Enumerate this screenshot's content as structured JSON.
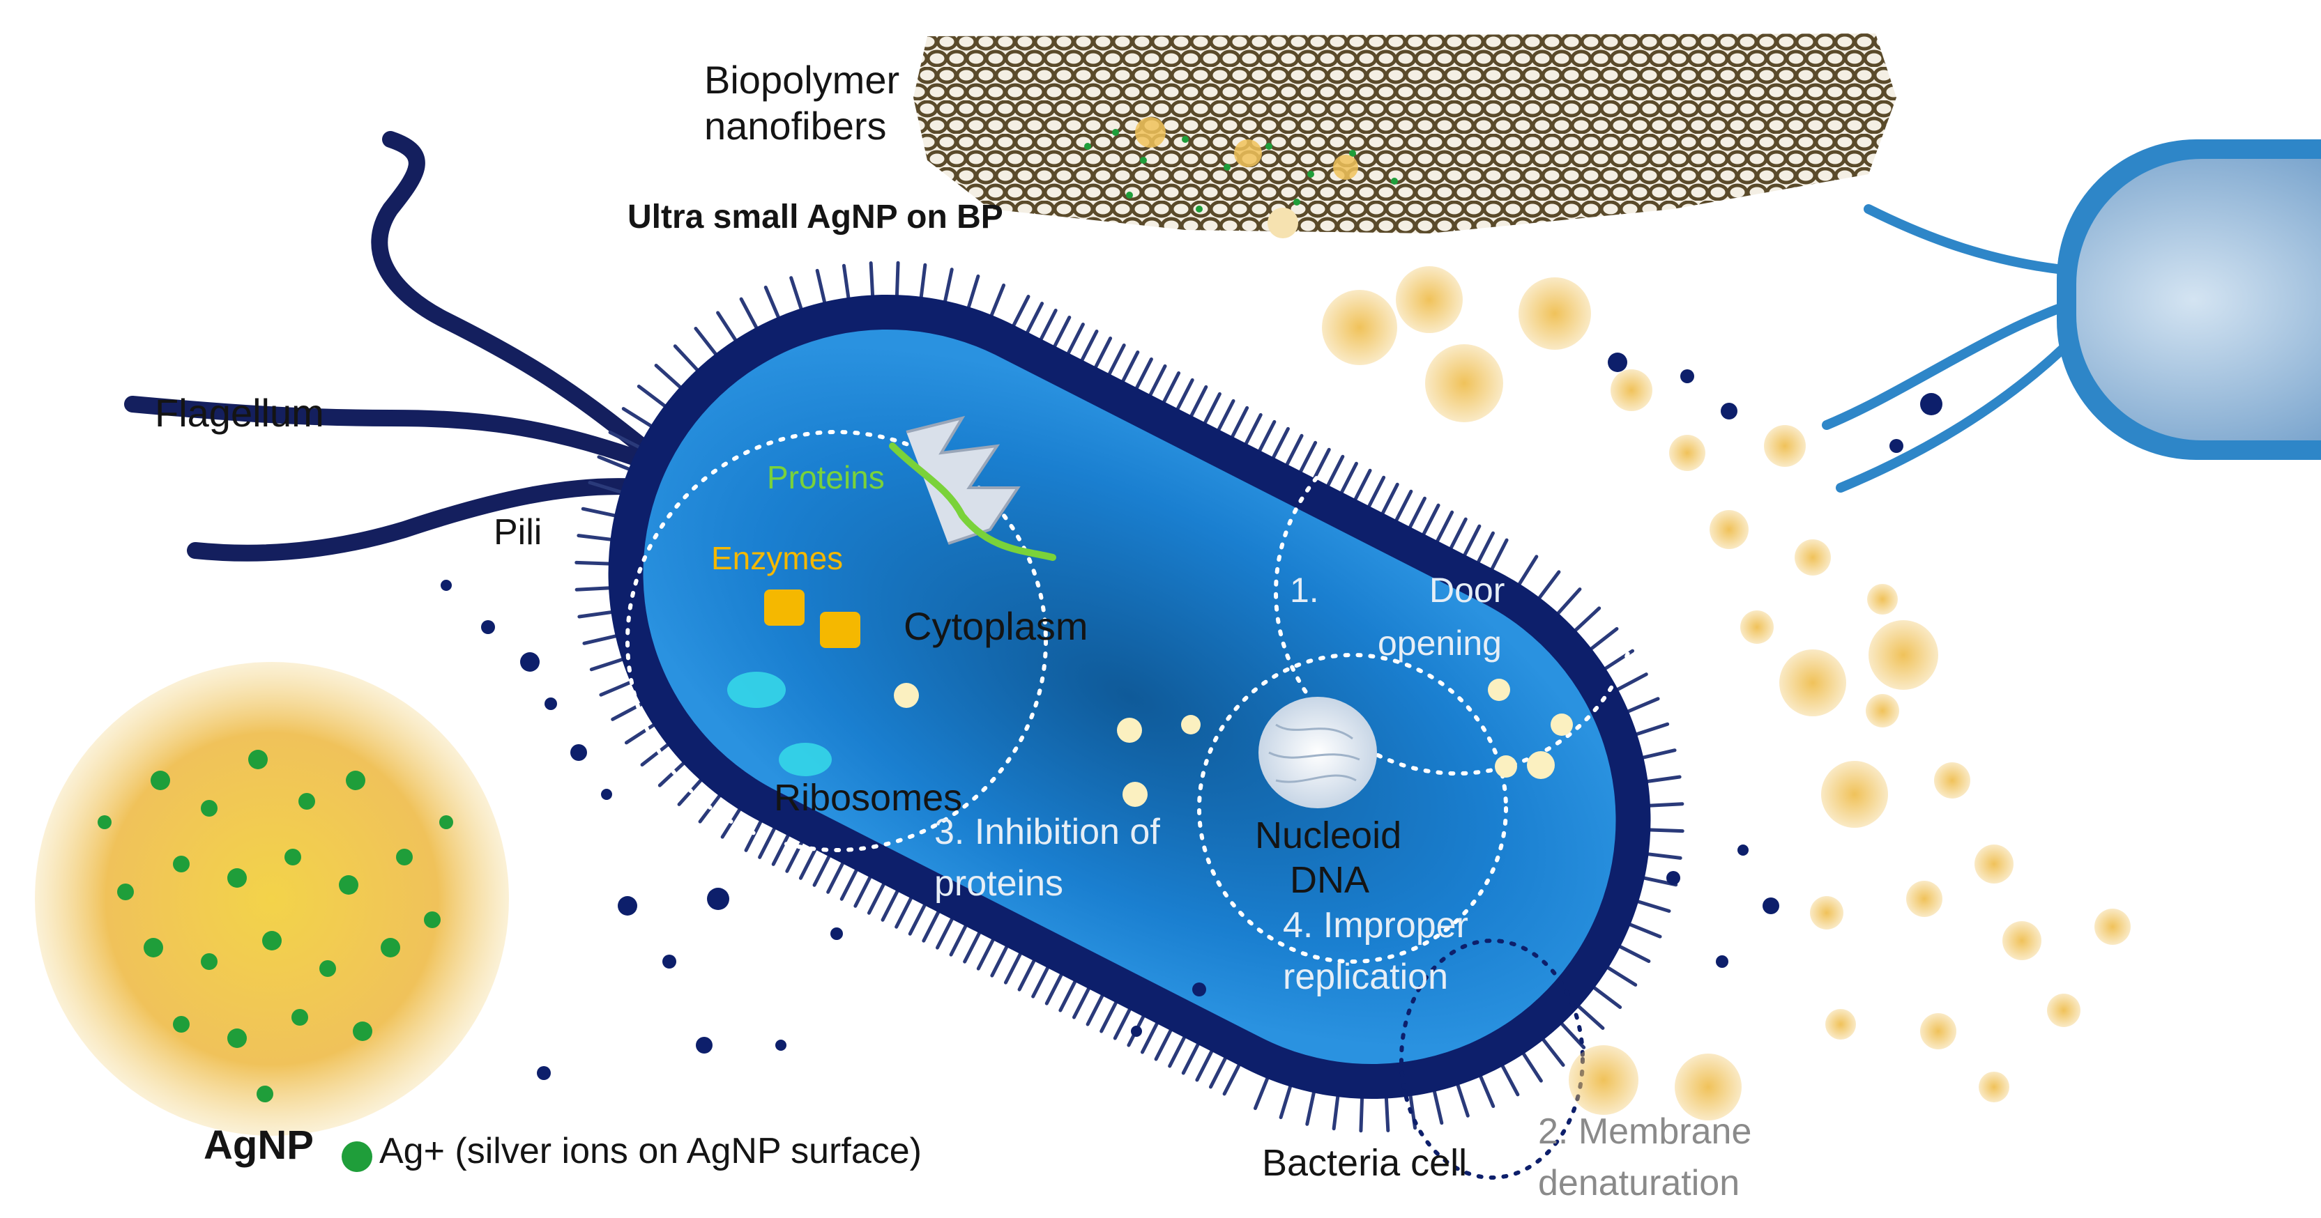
{
  "labels": {
    "biopolymer_line1": "Biopolymer",
    "biopolymer_line2": "nanofibers",
    "ultra_small": "Ultra small AgNP on BP",
    "flagellum": "Flagellum",
    "pili": "Pili",
    "proteins": "Proteins",
    "enzymes": "Enzymes",
    "cytoplasm": "Cytoplasm",
    "ribosomes": "Ribosomes",
    "step1_num": "1.",
    "step1_door": "Door",
    "step1_opening": "opening",
    "step3_line1": "3. Inhibition of",
    "step3_line2": "proteins",
    "nucleoid": "Nucleoid",
    "dna": "DNA",
    "step4_line1": "4. Improper",
    "step4_line2": "replication",
    "agnp": "AgNP",
    "agplus": "Ag+ (silver ions on AgNP surface)",
    "bacteria_cell": "Bacteria cell",
    "step2_line1": "2. Membrane",
    "step2_line2": "denaturation"
  },
  "colors": {
    "cell_outer": "#0d1f6b",
    "cell_inner": "#1a7fd0",
    "cell_center": "#0f5a99",
    "agnp_particle": "#f0c25a",
    "ag_ion": "#1f9e3a",
    "biopolymer": "#5a4a2a",
    "enzyme": "#f5b800",
    "protein": "#7ad23a",
    "ribosome": "#35d6e8",
    "second_cell": "#2e86c8"
  }
}
